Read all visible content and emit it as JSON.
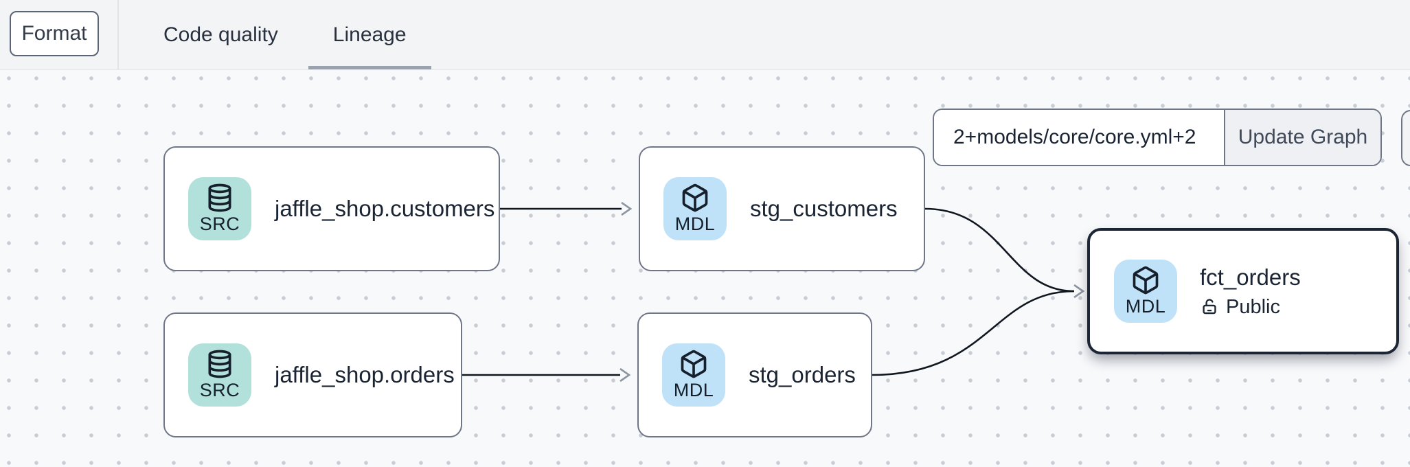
{
  "topbar": {
    "format_button": "Format",
    "tabs": [
      {
        "label": "Code quality",
        "active": false
      },
      {
        "label": "Lineage",
        "active": true
      }
    ]
  },
  "toolbar": {
    "selector_value": "2+models/core/core.yml+2",
    "update_button": "Update Graph"
  },
  "nodes": [
    {
      "id": "jaffle_shop.customers",
      "badge": "SRC",
      "icon": "database-icon",
      "label": "jaffle_shop.customers"
    },
    {
      "id": "stg_customers",
      "badge": "MDL",
      "icon": "cube-icon",
      "label": "stg_customers"
    },
    {
      "id": "jaffle_shop.orders",
      "badge": "SRC",
      "icon": "database-icon",
      "label": "jaffle_shop.orders"
    },
    {
      "id": "stg_orders",
      "badge": "MDL",
      "icon": "cube-icon",
      "label": "stg_orders"
    },
    {
      "id": "fct_orders",
      "badge": "MDL",
      "icon": "cube-icon",
      "label": "fct_orders",
      "access": "Public",
      "access_icon": "lock-open-icon",
      "selected": true
    }
  ],
  "edges": [
    {
      "from": "jaffle_shop.customers",
      "to": "stg_customers"
    },
    {
      "from": "jaffle_shop.orders",
      "to": "stg_orders"
    },
    {
      "from": "stg_customers",
      "to": "fct_orders"
    },
    {
      "from": "stg_orders",
      "to": "fct_orders"
    }
  ],
  "colors": {
    "topbar_bg": "#f3f4f6",
    "canvas_bg": "#f8f9fb",
    "dot": "#c8ccd3",
    "node_border": "#6e7688",
    "selected_node_border": "#1c2534",
    "src_badge_bg": "#b2e1dc",
    "mdl_badge_bg": "#c0e2f8",
    "text_dark": "#1a2433",
    "tab_underline": "#9aa2ae",
    "edge": "#10171f",
    "arrowhead": "#8d95a3",
    "button_bg": "#eef0f3"
  }
}
